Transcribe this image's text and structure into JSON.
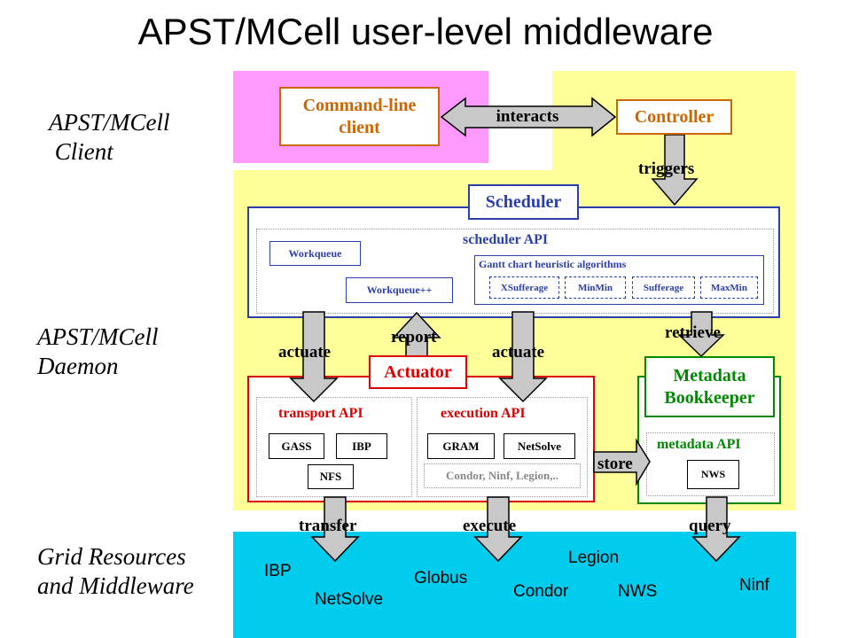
{
  "title": "APST/MCell user-level middleware",
  "side_labels": {
    "client": "APST/MCell\n Client",
    "daemon": "APST/MCell\nDaemon",
    "grid": "Grid Resources\nand Middleware"
  },
  "client": {
    "command_line": "Command-line\nclient",
    "interacts": "interacts",
    "controller": "Controller",
    "triggers": "triggers"
  },
  "scheduler": {
    "title": "Scheduler",
    "api": "scheduler API",
    "workqueue": "Workqueue",
    "workqueue_pp": "Workqueue++",
    "gantt": "Gantt chart heuristic algorithms",
    "algorithms": [
      "XSufferage",
      "MinMin",
      "Sufferage",
      "MaxMin"
    ]
  },
  "flow_labels": {
    "actuate_left": "actuate",
    "report": "report",
    "actuate_right": "actuate",
    "retrieve": "retrieve",
    "store": "store",
    "transfer": "transfer",
    "execute": "execute",
    "query": "query"
  },
  "actuator": {
    "title": "Actuator",
    "transport_api": "transport API",
    "execution_api": "execution API",
    "transport_items": [
      "GASS",
      "IBP",
      "NFS"
    ],
    "execution_items": [
      "GRAM",
      "NetSolve"
    ],
    "execution_more": "Condor, Ninf, Legion,.."
  },
  "metadata": {
    "title": "Metadata\nBookkeeper",
    "api": "metadata API",
    "nws": "NWS"
  },
  "grid_resources": [
    "IBP",
    "NetSolve",
    "Globus",
    "Condor",
    "Legion",
    "NWS",
    "Ninf"
  ],
  "colors": {
    "client_bg": "#ff99ff",
    "daemon_bg": "#ffff99",
    "grid_bg": "#00ccee",
    "orange": "#cc6600",
    "blue": "#2b3fa8",
    "red": "#dd0000",
    "green": "#008800",
    "arrow_fill": "#c8c8c8"
  }
}
